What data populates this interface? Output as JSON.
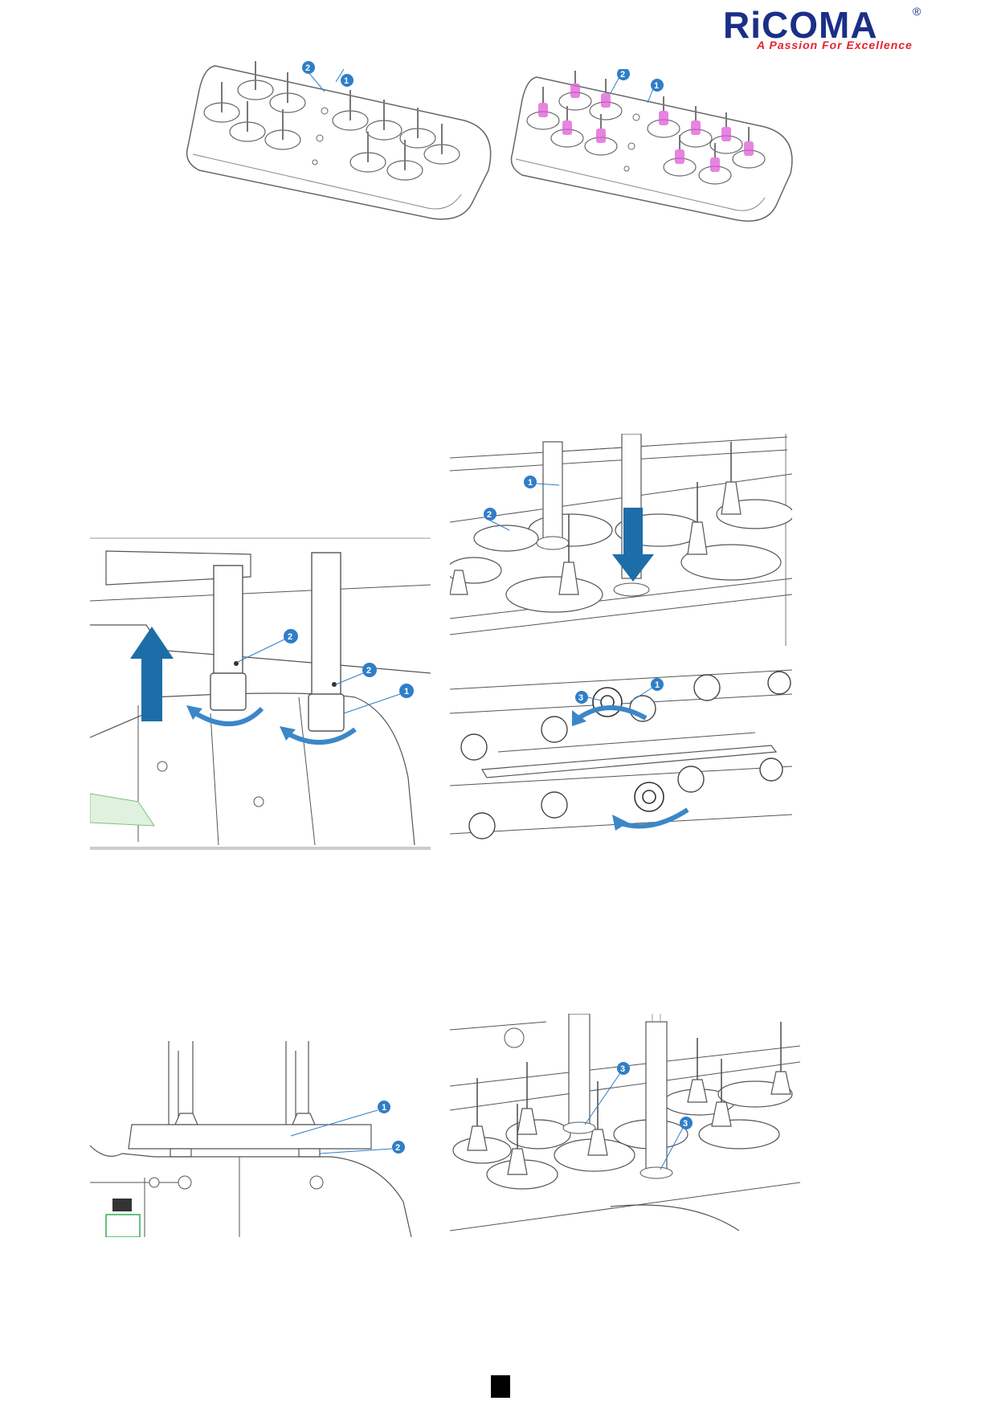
{
  "brand": {
    "name": "RiCOMA",
    "registered": "®",
    "tagline": "A Passion For Excellence",
    "colors": {
      "primary": "#1b2f87",
      "accent": "#e52231",
      "callout": "#2f7ec7",
      "arrow": "#1d6ea8",
      "thread": "#e05cd6"
    }
  },
  "figures": {
    "thread_stand_plain": {
      "callouts": [
        "1",
        "2"
      ]
    },
    "thread_stand_with_cones": {
      "callouts": [
        "1",
        "2"
      ]
    },
    "pole_removal": {
      "callouts": [
        "1",
        "2",
        "2"
      ]
    },
    "pole_insert": {
      "callouts": [
        "1",
        "2"
      ]
    },
    "bracket_rotate": {
      "callouts": [
        "1",
        "3"
      ]
    },
    "plate_side_view": {
      "callouts": [
        "1",
        "2"
      ]
    },
    "stand_installed": {
      "callouts": [
        "3",
        "3"
      ]
    }
  }
}
